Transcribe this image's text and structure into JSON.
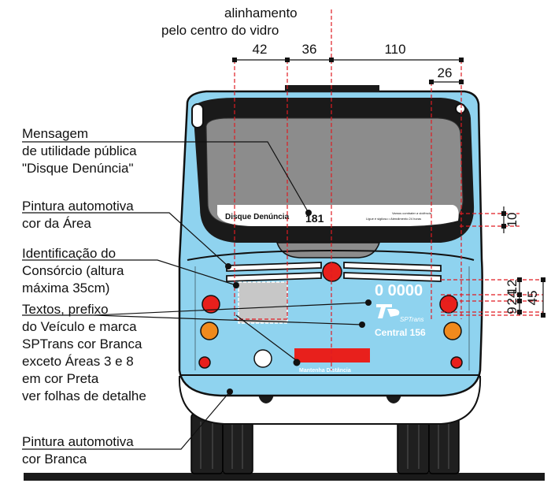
{
  "title": {
    "line1": "alinhamento",
    "line2": "pelo centro do vidro"
  },
  "dimensions": {
    "d1": "42",
    "d2": "36",
    "d3": "110",
    "d4": "26",
    "d5": "10",
    "d6": "12",
    "d7": "24",
    "d8": "9",
    "d9": "45"
  },
  "labels": {
    "mensagem": [
      "Mensagem",
      "de utilidade pública",
      "\"Disque Denúncia\""
    ],
    "pintura_area": [
      "Pintura automotiva",
      "cor da Área"
    ],
    "consorcio": [
      "Identificação do",
      "Consórcio (altura",
      "máxima 35cm)"
    ],
    "textos": [
      "Textos,  prefixo",
      "do Veículo  e marca",
      "SPTrans cor Branca",
      "exceto Áreas 3 e 8",
      "em cor Preta",
      "ver folhas de detalhe"
    ],
    "pintura_branca": [
      "Pintura automotiva",
      "cor Branca"
    ]
  },
  "bus": {
    "banner_left": "Disque Denúncia",
    "banner_number": "181",
    "banner_right_1": "Vamos combater a violência",
    "banner_right_2": "Ligue é sigiloso • Atendimento 24 horas",
    "prefix": "0 0000",
    "brand": "SPTrans",
    "central": "Central 156",
    "mantenha": "Mantenha Distância"
  },
  "colors": {
    "body_blue": "#8fd3ef",
    "glass": "#8c8c8c",
    "frame": "#1a1a1a",
    "tail_red": "#e8201c",
    "orange": "#f08a1d",
    "dim_red": "#e01b22",
    "gray_panel": "#c7c7c7"
  }
}
